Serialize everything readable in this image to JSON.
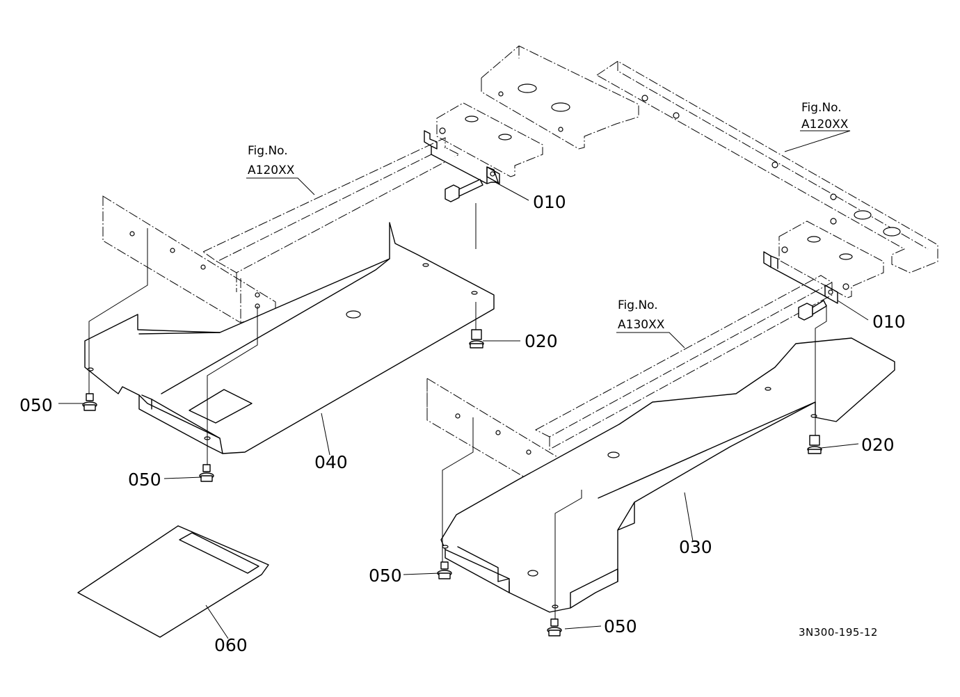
{
  "callouts": {
    "c010a": "010",
    "c010b": "010",
    "c020a": "020",
    "c020b": "020",
    "c030": "030",
    "c040": "040",
    "c050a": "050",
    "c050b": "050",
    "c050c": "050",
    "c050d": "050",
    "c060": "060"
  },
  "fig_refs": {
    "left": {
      "line1": "Fig.No.",
      "line2": "A120XX"
    },
    "right": {
      "line1": "Fig.No.",
      "line2": "A120XX"
    },
    "middle": {
      "line1": "Fig.No.",
      "line2": "A130XX"
    }
  },
  "drawing_code": "3N300-195-12"
}
